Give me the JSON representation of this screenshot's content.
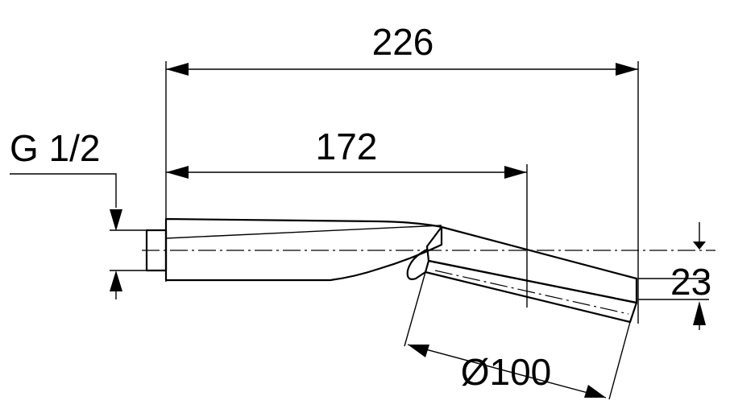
{
  "dimensions": {
    "overall_length": "226",
    "handle_length": "172",
    "thread": "G 1/2",
    "head_thickness": "23",
    "head_diameter": "Ø100"
  }
}
